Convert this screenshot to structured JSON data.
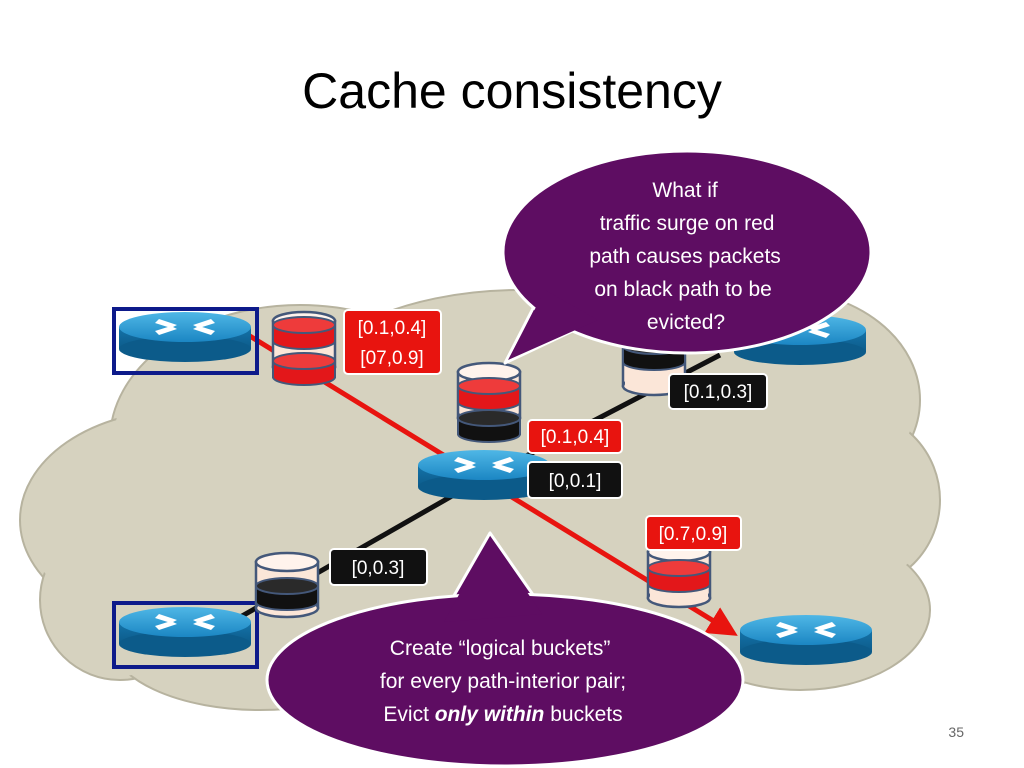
{
  "slide": {
    "title": "Cache consistency",
    "page_number": "35"
  },
  "callouts": {
    "top": {
      "lines": [
        "What if",
        "traffic surge on red",
        "path causes packets",
        "on black path to be",
        "evicted?"
      ]
    },
    "bottom": {
      "line1": "Create “logical buckets”",
      "line2": "for every path-interior pair;",
      "line3_prefix": "Evict ",
      "line3_emph": "only within",
      "line3_suffix": " buckets"
    }
  },
  "labels": {
    "left_top_red_1": "[0.1,0.4]",
    "left_top_red_2": "[07,0.9]",
    "top_right_black": "[0.1,0.3]",
    "center_red": "[0.1,0.4]",
    "center_black": "[0,0.1]",
    "right_bottom_red": "[0.7,0.9]",
    "left_bottom_black": "[0,0.3]"
  },
  "colors": {
    "red_path": "#e8140f",
    "black_path": "#111111",
    "cloud_fill": "#d6d2bf",
    "callout_fill": "#5e0d62",
    "router_blue": "#1a8fc8",
    "highlight_border": "#0d1a8a",
    "red_label_bg": "#e8140f",
    "black_label_bg": "#111111"
  }
}
